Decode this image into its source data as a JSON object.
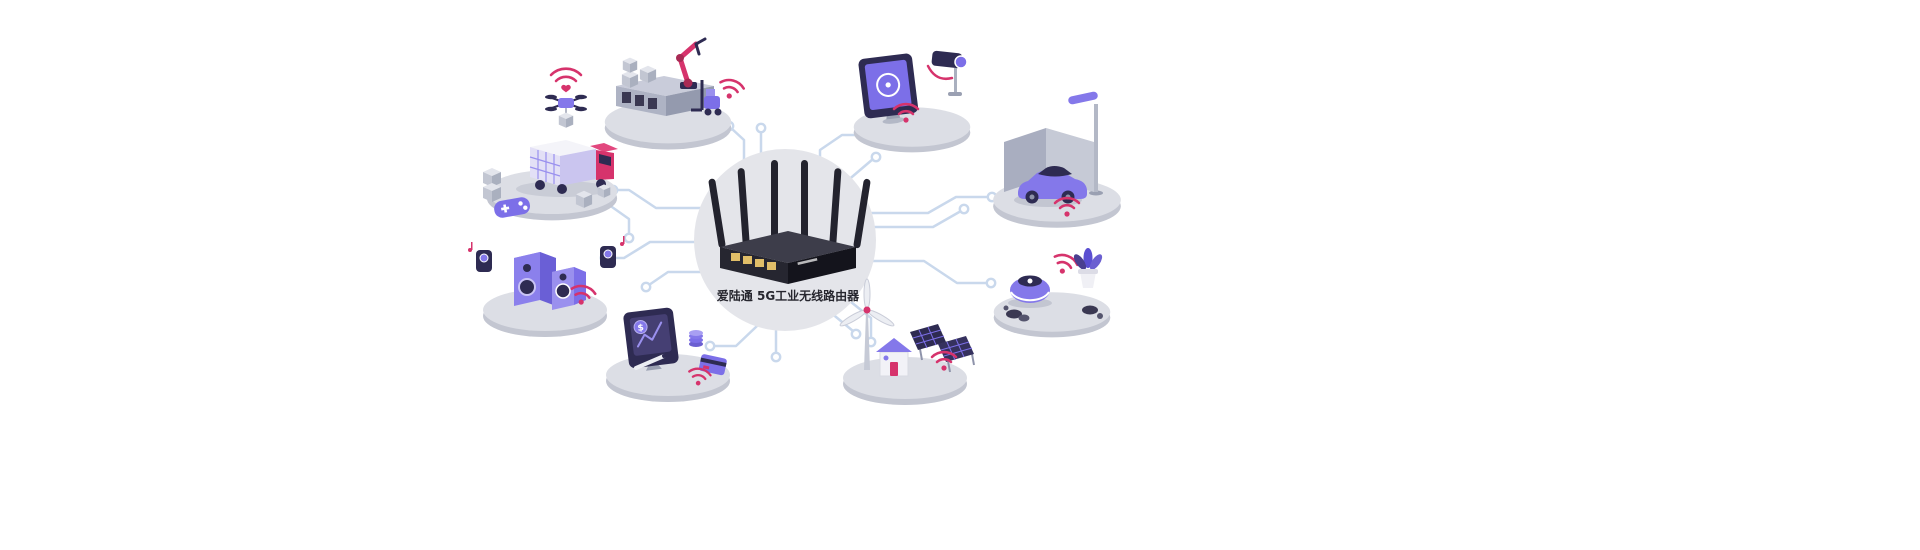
{
  "scene": {
    "background": "#ffffff"
  },
  "center": {
    "label": "爱陆通 5G工业无线路由器",
    "device": "5g-industrial-wireless-router",
    "antenna_count": 6
  },
  "finance": {
    "currency_symbol": "$"
  },
  "nodes": [
    {
      "id": "smart-logistics",
      "position": "top-left",
      "icons": [
        "wifi-signal-icon",
        "heart-icon",
        "delivery-drone-icon",
        "package-box-icon",
        "cargo-truck-icon",
        "game-controller-icon"
      ]
    },
    {
      "id": "smart-factory",
      "position": "top",
      "icons": [
        "robotic-arm-icon",
        "conveyor-machine-icon",
        "package-box-icon",
        "forklift-icon",
        "wifi-signal-icon"
      ]
    },
    {
      "id": "video-surveillance",
      "position": "top-right",
      "icons": [
        "monitor-icon",
        "cctv-camera-icon",
        "wifi-signal-icon"
      ]
    },
    {
      "id": "smart-vehicle",
      "position": "right-upper",
      "icons": [
        "garage-icon",
        "car-icon",
        "street-lamp-icon",
        "wifi-signal-icon"
      ]
    },
    {
      "id": "smart-home-device",
      "position": "right-lower",
      "icons": [
        "robot-vacuum-icon",
        "wifi-signal-icon",
        "potted-plant-icon",
        "rocks-icon"
      ]
    },
    {
      "id": "smart-energy",
      "position": "bottom-right",
      "icons": [
        "wind-turbine-icon",
        "solar-panel-icon",
        "smart-house-icon",
        "wifi-signal-icon"
      ]
    },
    {
      "id": "smart-finance",
      "position": "bottom",
      "icons": [
        "dashboard-screen-icon",
        "pen-icon",
        "coins-icon",
        "bank-card-icon",
        "wifi-signal-icon"
      ]
    },
    {
      "id": "smart-audio",
      "position": "left",
      "icons": [
        "speaker-icon",
        "audio-device-icon",
        "music-note-icon",
        "wifi-signal-icon"
      ]
    }
  ],
  "colors": {
    "background": "#ffffff",
    "center_circle": "#e4e5ea",
    "platform_top": "#dcdee5",
    "platform_side": "#c3c6d1",
    "circuit_line": "#c9d8ec",
    "purple": "#8478ea",
    "purple_dark": "#5b4fd1",
    "navy": "#2e2b52",
    "pink": "#d6336c",
    "router_black": "#23232e",
    "port_yellow": "#e0be68"
  }
}
